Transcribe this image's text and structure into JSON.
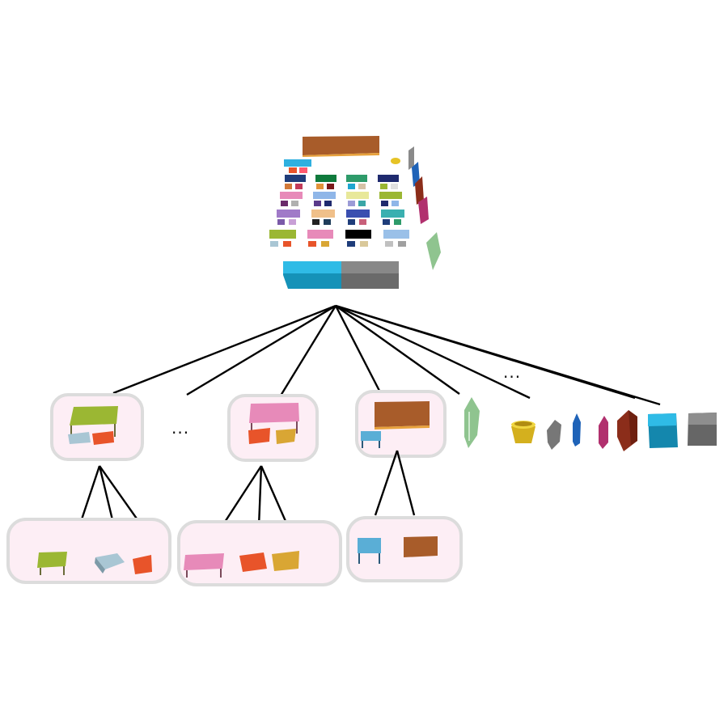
{
  "diagram": {
    "type": "scene-hierarchy-tree",
    "ellipsis_mid": "...",
    "ellipsis_top": "...",
    "colors": {
      "group_fill": "#fdeef5",
      "group_stroke": "#dcdcdc",
      "edge": "#000000",
      "green_table": "#9bb733",
      "pink_table": "#e78ab9",
      "blackboard": "#a85c2a",
      "blue_desk": "#5aaed6",
      "blue_box": "#1fa6d0",
      "gray_box": "#6e6e6e",
      "orange_chair": "#e8542a",
      "light_blue_chair": "#a9c6d4",
      "gold_chair": "#d9a634",
      "bin": "#e6c326",
      "door": "#8fc48f"
    },
    "root": {
      "label": "classroom-scene"
    },
    "level1": [
      {
        "name": "group-green-table-chairs"
      },
      {
        "name": "group-pink-table-chairs"
      },
      {
        "name": "group-blackboard-desk"
      },
      {
        "name": "door"
      },
      {
        "name": "trash-bin"
      },
      {
        "name": "gray-object"
      },
      {
        "name": "blue-object"
      },
      {
        "name": "magenta-object"
      },
      {
        "name": "red-cabinet"
      },
      {
        "name": "blue-box"
      },
      {
        "name": "gray-box"
      }
    ],
    "level2": [
      {
        "parent": "group-green-table-chairs",
        "children": [
          "green-table",
          "light-blue-chair",
          "orange-chair"
        ]
      },
      {
        "parent": "group-pink-table-chairs",
        "children": [
          "pink-table",
          "orange-chair",
          "gold-chair"
        ]
      },
      {
        "parent": "group-blackboard-desk",
        "children": [
          "blue-desk",
          "blackboard"
        ]
      }
    ]
  }
}
